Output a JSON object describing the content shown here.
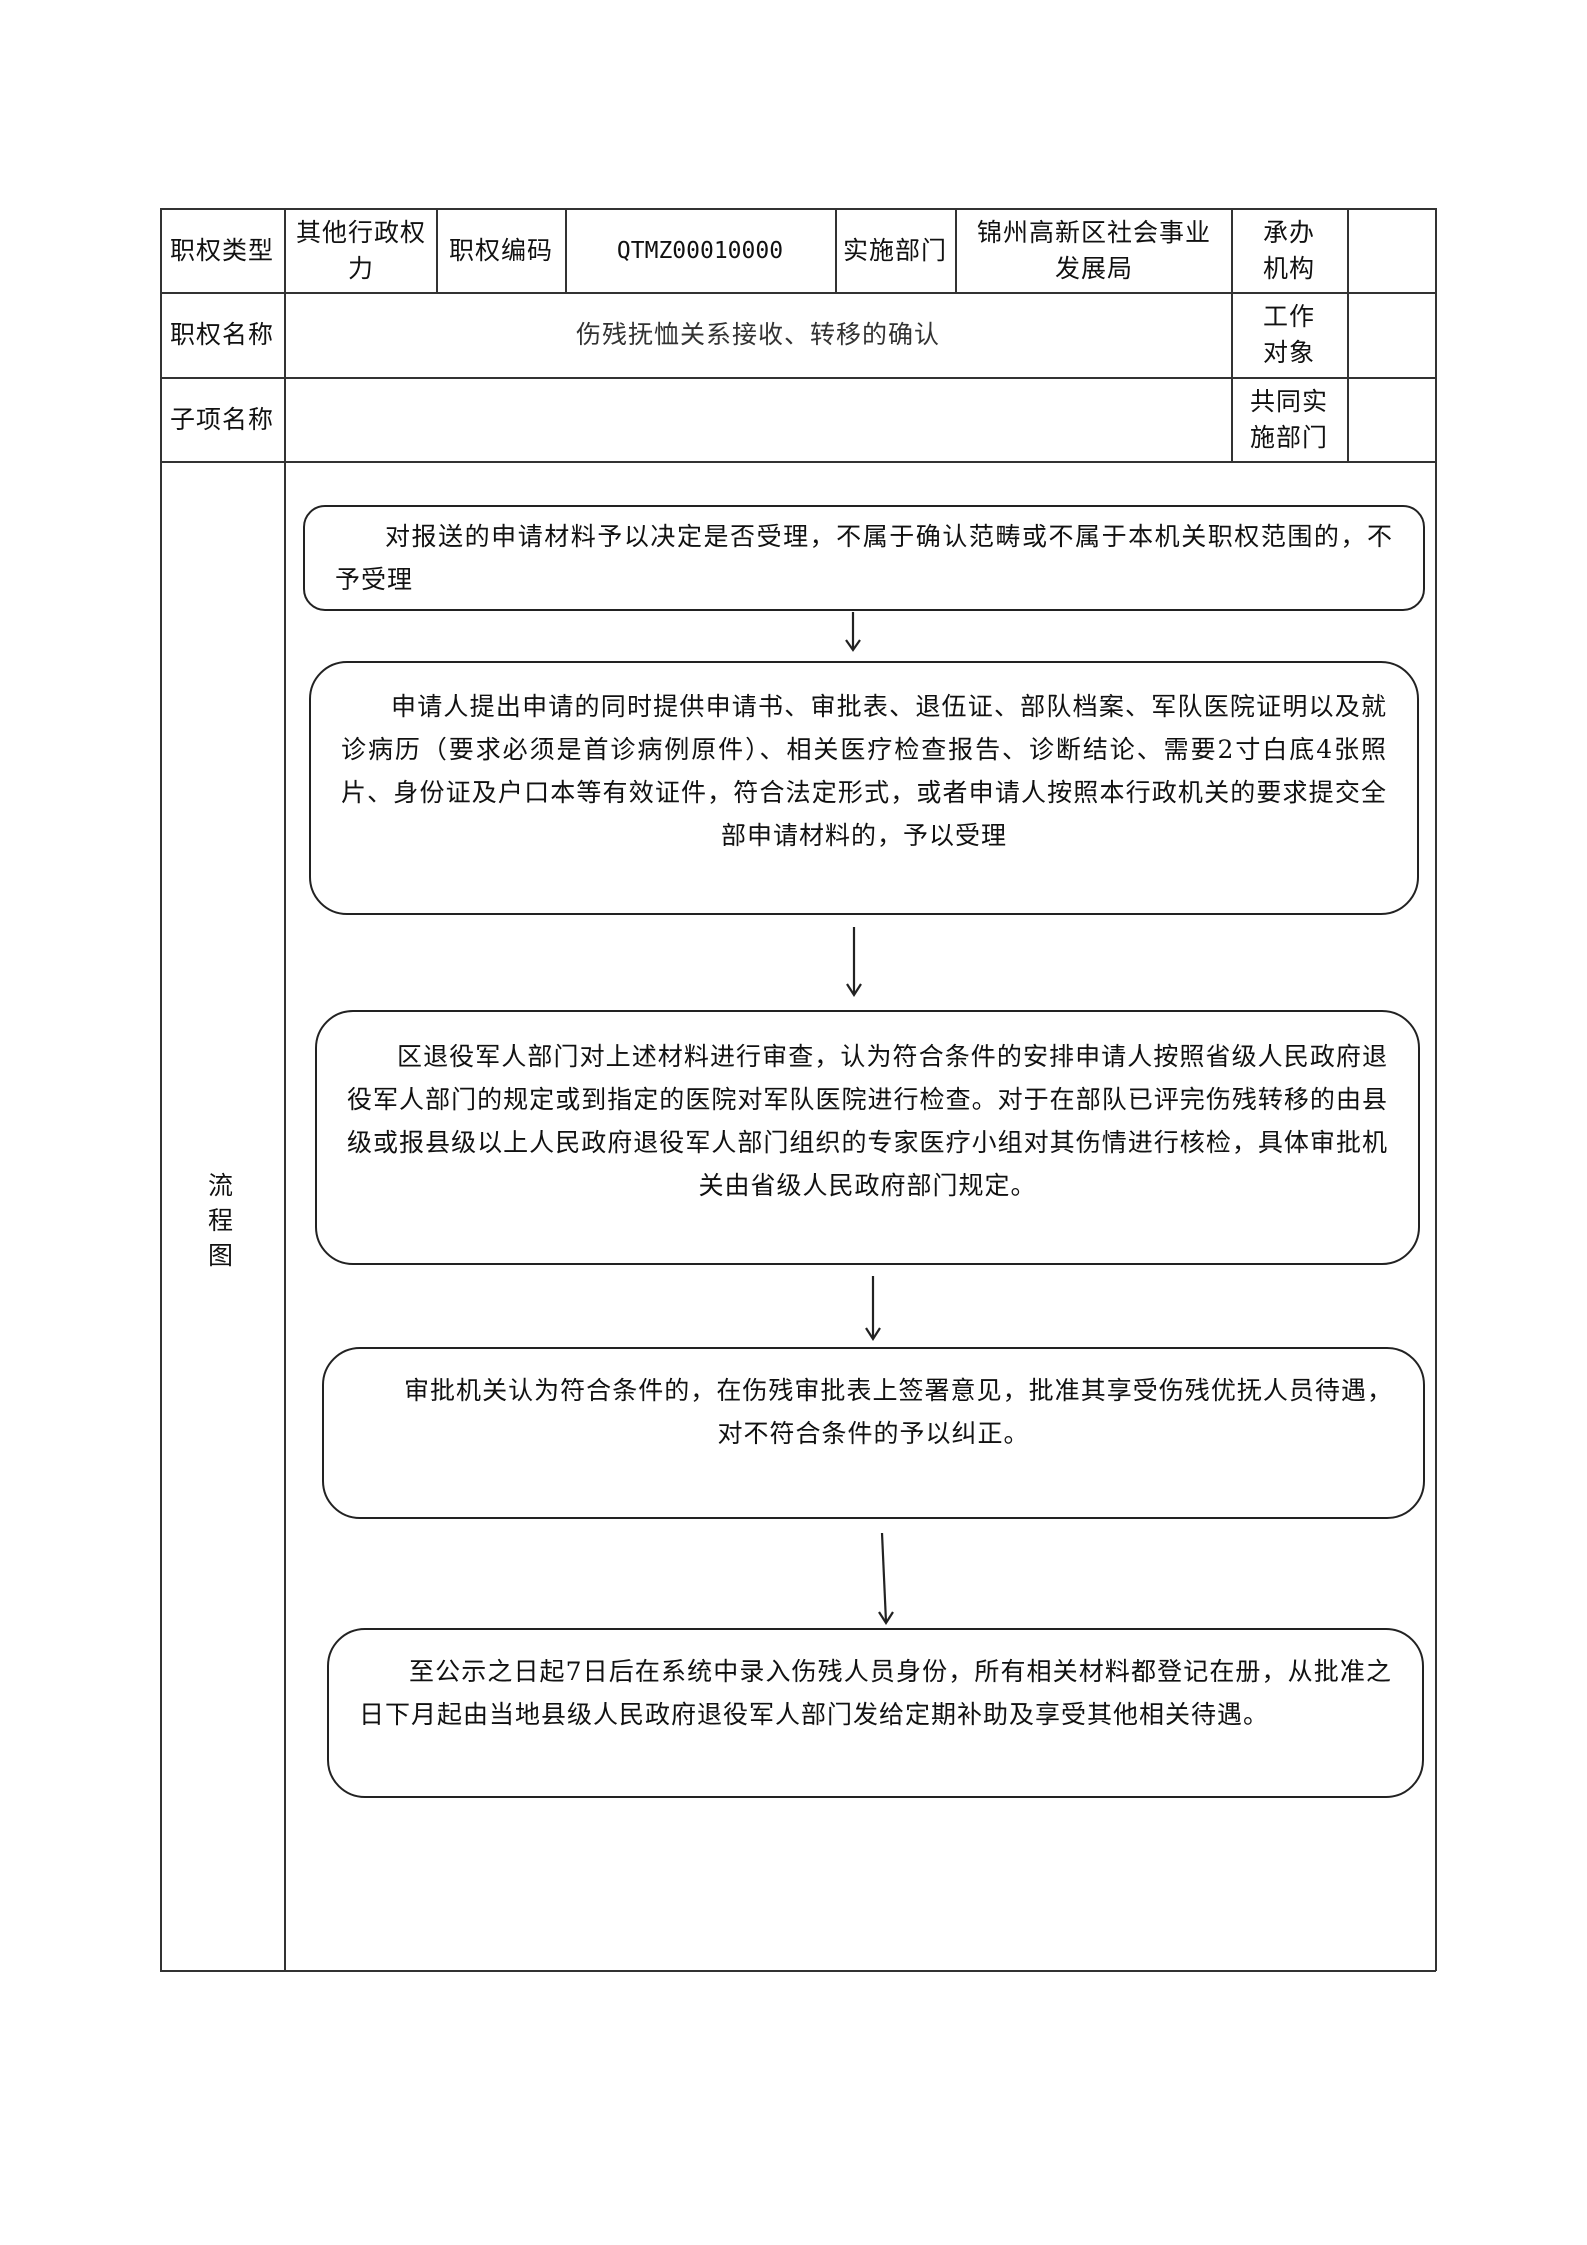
{
  "table": {
    "row1": {
      "power_type_label": "职权类型",
      "power_type_value": "其他行政权力",
      "power_code_label": "职权编码",
      "power_code_value": "QTMZ00010000",
      "impl_dept_label": "实施部门",
      "impl_dept_value": "锦州高新区社会事业发展局",
      "undertaker_label": "承办机构",
      "undertaker_value": ""
    },
    "row2": {
      "power_name_label": "职权名称",
      "power_name_value": "伤残抚恤关系接收、转移的确认",
      "work_object_label": "工作对象",
      "work_object_value": ""
    },
    "row3": {
      "sub_item_label": "子项名称",
      "sub_item_value": "",
      "joint_dept_label": "共同实施部门",
      "joint_dept_value": ""
    },
    "flowchart_label": "流程图"
  },
  "flowchart": {
    "steps": [
      "对报送的申请材料予以决定是否受理，不属于确认范畴或不属于本机关职权范围的，不予受理",
      "申请人提出申请的同时提供申请书、审批表、退伍证、部队档案、军队医院证明以及就诊病历（要求必须是首诊病例原件）、相关医疗检查报告、诊断结论、需要2寸白底4张照片、身份证及户口本等有效证件，符合法定形式，或者申请人按照本行政机关的要求提交全部申请材料的，予以受理",
      "区退役军人部门对上述材料进行审查，认为符合条件的安排申请人按照省级人民政府退役军人部门的规定或到指定的医院对军队医院进行检查。对于在部队已评完伤残转移的由县级或报县级以上人民政府退役军人部门组织的专家医疗小组对其伤情进行核检，具体审批机关由省级人民政府部门规定。",
      "审批机关认为符合条件的，在伤残审批表上签署意见，批准其享受伤残优抚人员待遇，对不符合条件的予以纠正。",
      "至公示之日起7日后在系统中录入伤残人员身份，所有相关材料都登记在册，从批准之日下月起由当地县级人民政府退役军人部门发给定期补助及享受其他相关待遇。"
    ]
  }
}
